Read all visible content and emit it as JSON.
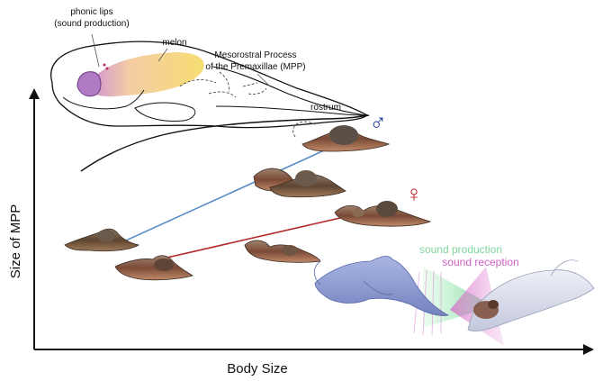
{
  "skull_labels": {
    "phonic_lips_line1": "phonic lips",
    "phonic_lips_line2": "(sound production)",
    "melon": "melon",
    "mpp_line1": "Mesorostral Process",
    "mpp_line2": "of the Premaxillae (MPP)",
    "rostrum": "rostrum"
  },
  "axes": {
    "x_label": "Body Size",
    "y_label": "Size of MPP"
  },
  "sexes": {
    "male_symbol": "♂",
    "female_symbol": "♀"
  },
  "sound": {
    "production": "sound production",
    "reception": "sound reception"
  },
  "colors": {
    "male": "#1f3a93",
    "female": "#c0282c",
    "male_line": "#5b8ec9",
    "female_line": "#b52a2a",
    "melon": "#f2d46b",
    "phonic_lips": "#b986c7",
    "production": "#8ee3a3",
    "reception": "#e28ad8",
    "dolphin": "#8f9fd3",
    "bone": "#7a5a3e"
  }
}
